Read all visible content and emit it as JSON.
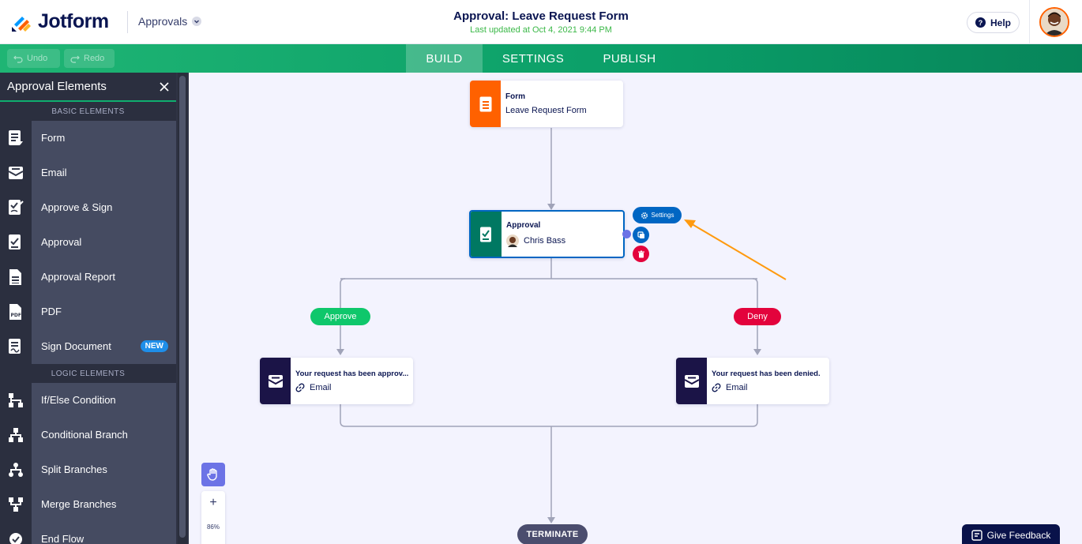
{
  "header": {
    "brand": "Jotform",
    "app_switcher": "Approvals",
    "title": "Approval: Leave Request Form",
    "subtitle": "Last updated at Oct 4, 2021 9:44 PM",
    "help_label": "Help"
  },
  "toolbar": {
    "undo_label": "Undo",
    "redo_label": "Redo",
    "tabs": [
      {
        "label": "BUILD"
      },
      {
        "label": "SETTINGS"
      },
      {
        "label": "PUBLISH"
      }
    ]
  },
  "sidebar": {
    "title": "Approval Elements",
    "basic_section": "BASIC ELEMENTS",
    "basic_items": [
      {
        "label": "Form",
        "icon": "form-icon"
      },
      {
        "label": "Email",
        "icon": "email-icon"
      },
      {
        "label": "Approve & Sign",
        "icon": "approve-sign-icon"
      },
      {
        "label": "Approval",
        "icon": "approval-icon"
      },
      {
        "label": "Approval Report",
        "icon": "report-icon"
      },
      {
        "label": "PDF",
        "icon": "pdf-icon"
      },
      {
        "label": "Sign Document",
        "icon": "sign-document-icon",
        "badge": "NEW"
      }
    ],
    "logic_section": "LOGIC ELEMENTS",
    "logic_items": [
      {
        "label": "If/Else Condition",
        "icon": "if-else-icon"
      },
      {
        "label": "Conditional Branch",
        "icon": "conditional-branch-icon"
      },
      {
        "label": "Split Branches",
        "icon": "split-branches-icon"
      },
      {
        "label": "Merge Branches",
        "icon": "merge-branches-icon"
      },
      {
        "label": "End Flow",
        "icon": "end-flow-icon"
      }
    ]
  },
  "canvas": {
    "form_node": {
      "type": "Form",
      "name": "Leave Request Form"
    },
    "approval_node": {
      "type": "Approval",
      "name": "Chris Bass"
    },
    "settings_label": "Settings",
    "approve_label": "Approve",
    "deny_label": "Deny",
    "email_approve": {
      "type": "Your request has been approv...",
      "name": "Email"
    },
    "email_deny": {
      "type": "Your request has been denied.",
      "name": "Email"
    },
    "terminate_label": "TERMINATE",
    "zoom": {
      "plus": "+",
      "level": "86%",
      "minus": "−"
    }
  },
  "feedback_label": "Give Feedback",
  "colors": {
    "accent_green": "#0fae6f",
    "form_orange": "#ff6100",
    "approval_teal": "#007862",
    "email_navy": "#1b1447",
    "approve_green": "#0fc76b",
    "deny_red": "#e3033c",
    "settings_blue": "#0066c3",
    "arrow_orange": "#ff9a0f"
  }
}
